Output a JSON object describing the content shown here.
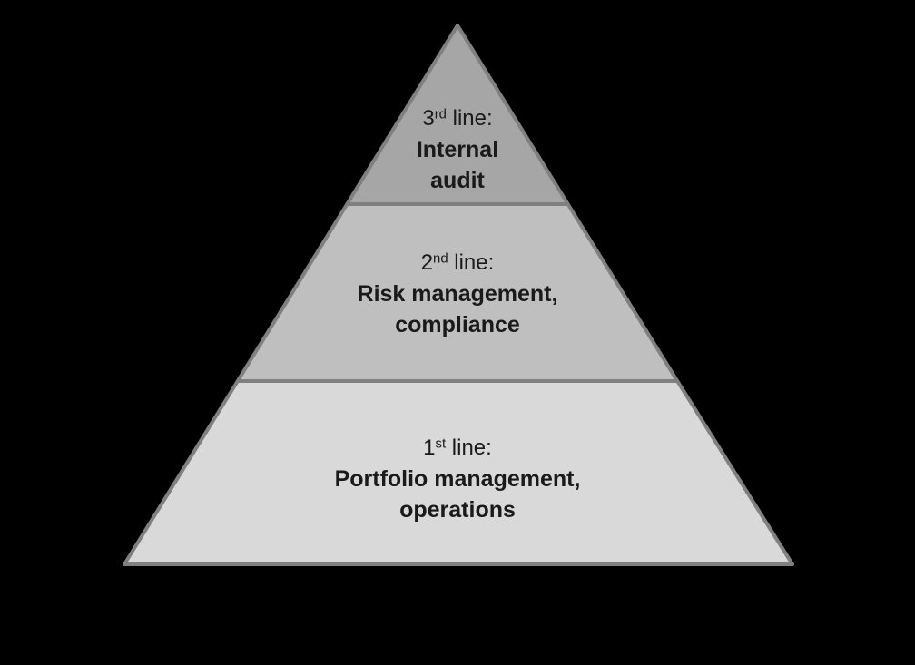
{
  "background_color": "#000000",
  "pyramid": {
    "border_color": "#808080",
    "text_color": "#1a1a1a",
    "layers": [
      {
        "id": "third-line",
        "fill": "#a6a6a6",
        "ordinal_number": "3",
        "ordinal_suffix": "rd",
        "title_rest": " line:",
        "bold_lines": [
          "Internal",
          "audit"
        ]
      },
      {
        "id": "second-line",
        "fill": "#bfbfbf",
        "ordinal_number": "2",
        "ordinal_suffix": "nd",
        "title_rest": " line:",
        "bold_lines": [
          "Risk management,",
          "compliance"
        ]
      },
      {
        "id": "first-line",
        "fill": "#d9d9d9",
        "ordinal_number": "1",
        "ordinal_suffix": "st",
        "title_rest": " line:",
        "bold_lines": [
          "Portfolio management,",
          "operations"
        ]
      }
    ]
  }
}
